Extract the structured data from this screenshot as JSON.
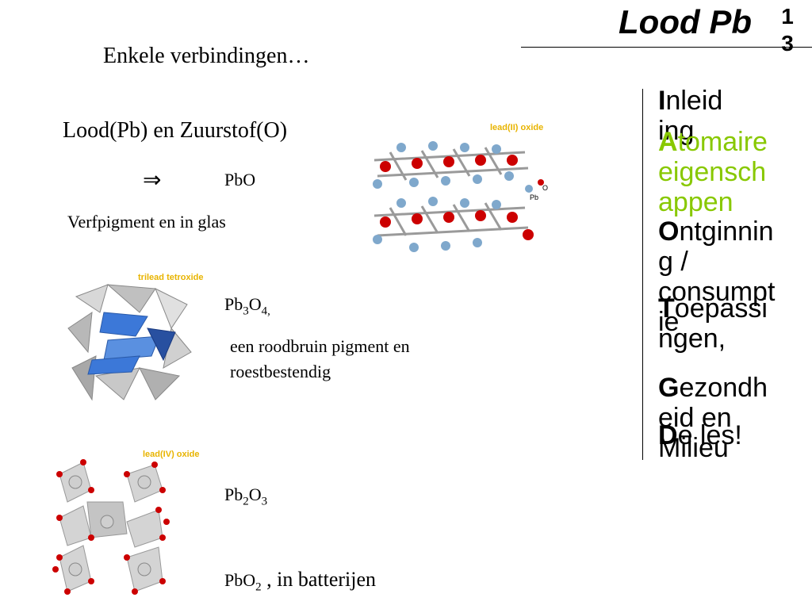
{
  "header": {
    "title": "Lood Pb",
    "page_number": "1\n3"
  },
  "content": {
    "heading": "Enkele verbindingen…",
    "section1": {
      "label": "Lood(Pb) en Zuurstof(O)",
      "arrow": "⇒",
      "formula": "PbO",
      "description": "Verfpigment en in glas",
      "image_caption": "lead(II) oxide",
      "legend_pb": "Pb",
      "legend_o": "O"
    },
    "section2": {
      "formula_base": "Pb",
      "formula_sub1": "3",
      "formula_mid": "O",
      "formula_sub2": "4,",
      "description_line1": "een roodbruin pigment en",
      "description_line2": "roestbestendig",
      "image_caption": "trilead tetroxide"
    },
    "section3": {
      "formula_base": "Pb",
      "formula_sub1": "2",
      "formula_mid": "O",
      "formula_sub2": "3",
      "image_caption": "lead(IV) oxide"
    },
    "section4": {
      "formula_base": "PbO",
      "formula_sub": "2",
      "suffix": " , in batterijen"
    }
  },
  "nav": {
    "items": [
      {
        "initial": "I",
        "rest": "nleid\ning"
      },
      {
        "initial": "A",
        "rest": "tomaire\neigensch\nappen"
      },
      {
        "initial": "O",
        "rest": "ntginnin\ng  /\nconsumpt\nie"
      },
      {
        "initial": "T",
        "rest": "oepassi\nngen,"
      },
      {
        "initial": "G",
        "rest": "ezondh\neid  en\nMilieu"
      },
      {
        "initial": "D",
        "rest": "e  les!"
      }
    ]
  },
  "colors": {
    "accent": "#e8b400",
    "active_nav": "#88c800",
    "oxygen": "#cc0000",
    "lead": "#7fa8cc"
  }
}
